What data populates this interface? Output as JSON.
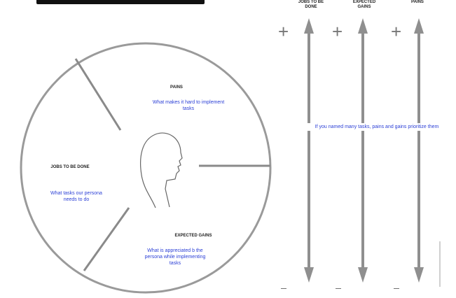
{
  "diagram": {
    "segments": [
      {
        "heading": "PAINS",
        "text": "What makes it hard to implement tasks"
      },
      {
        "heading": "JOBS TO BE DONE",
        "text": "What tasks our persona needs to do"
      },
      {
        "heading": "EXPECTED GAINS",
        "text": "What is appreciated b the persona while implementing tasks"
      }
    ]
  },
  "prioritize": {
    "columns": [
      {
        "label": "JOBS TO BE DONE"
      },
      {
        "label": "EXPECTED GAINS"
      },
      {
        "label": "PAINS"
      }
    ],
    "plus_symbol": "+",
    "minus_symbol": "—",
    "instruction": "If you named many tasks, pains and gains prioritize them"
  },
  "colors": {
    "accent_text": "#2b3fd6",
    "outline": "#9a9a9a",
    "arrow": "#8f8f8f"
  }
}
